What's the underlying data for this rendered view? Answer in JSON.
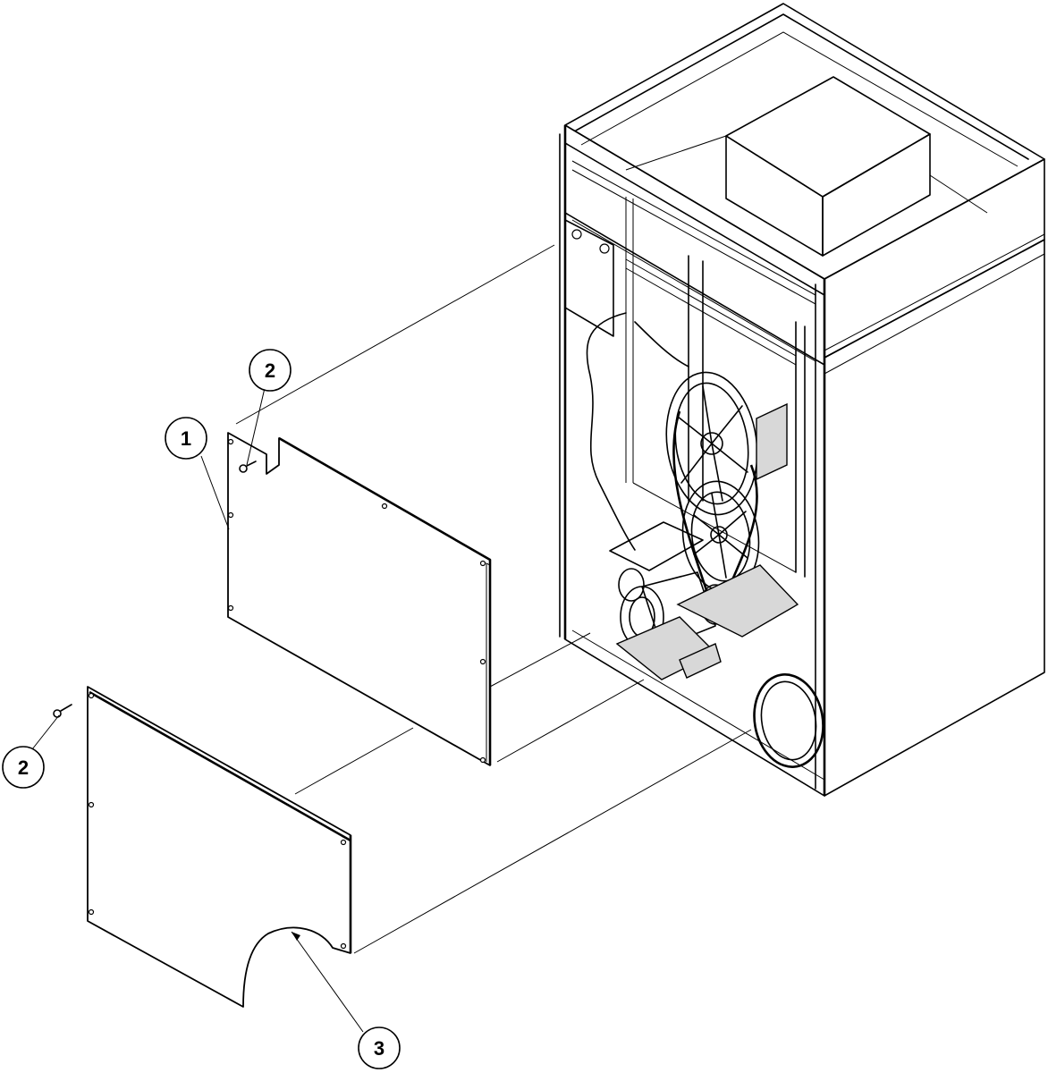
{
  "callouts": [
    {
      "id": "panel-upper",
      "label": "1"
    },
    {
      "id": "screw-upper",
      "label": "2"
    },
    {
      "id": "screw-lower",
      "label": "2"
    },
    {
      "id": "panel-lower",
      "label": "3"
    }
  ],
  "colors": {
    "line": "#000000",
    "background": "#ffffff",
    "shade": "#d8d8d8"
  }
}
